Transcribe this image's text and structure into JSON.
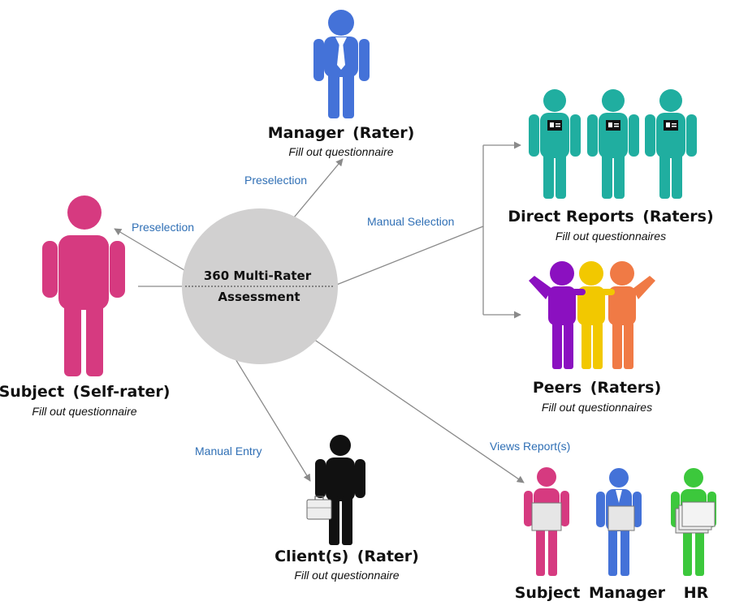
{
  "center": {
    "line1": "360 Multi-Rater",
    "line2": "Assessment"
  },
  "colors": {
    "subject": "#d63a80",
    "manager": "#4472d8",
    "direct_reports": "#20aea0",
    "peer_purple": "#8b10c0",
    "peer_yellow": "#f2c800",
    "peer_orange": "#f07a45",
    "client": "#111111",
    "hr": "#3cc83c",
    "manager_role": "#8fb0dc",
    "subject_role": "#e0336f",
    "dr_role": "#1fa29a",
    "peers_role": "#7b39a8",
    "client_role": "#8a8a8a",
    "edge_label": "#2f6fb5"
  },
  "nodes": {
    "subject": {
      "name": "Subject",
      "role": "(Self-rater)",
      "caption": "Fill out questionnaire",
      "icon": "person-icon"
    },
    "manager": {
      "name": "Manager",
      "role": "(Rater)",
      "caption": "Fill out questionnaire",
      "icon": "businessman-icon"
    },
    "direct_reports": {
      "name": "Direct Reports",
      "role": "(Raters)",
      "caption": "Fill out questionnaires",
      "icon": "employee-badge-icon"
    },
    "peers": {
      "name": "Peers",
      "role": "(Raters)",
      "caption": "Fill out questionnaires",
      "icon": "peers-group-icon"
    },
    "client": {
      "name": "Client(s)",
      "role": "(Rater)",
      "caption": "Fill out questionnaire",
      "icon": "client-briefcase-icon"
    }
  },
  "report_viewers": [
    "Subject",
    "Manager",
    "HR"
  ],
  "edges": {
    "subject": "Preselection",
    "manager": "Preselection",
    "manual_selection": "Manual Selection",
    "manual_entry": "Manual Entry",
    "views_reports": "Views Report(s)"
  }
}
